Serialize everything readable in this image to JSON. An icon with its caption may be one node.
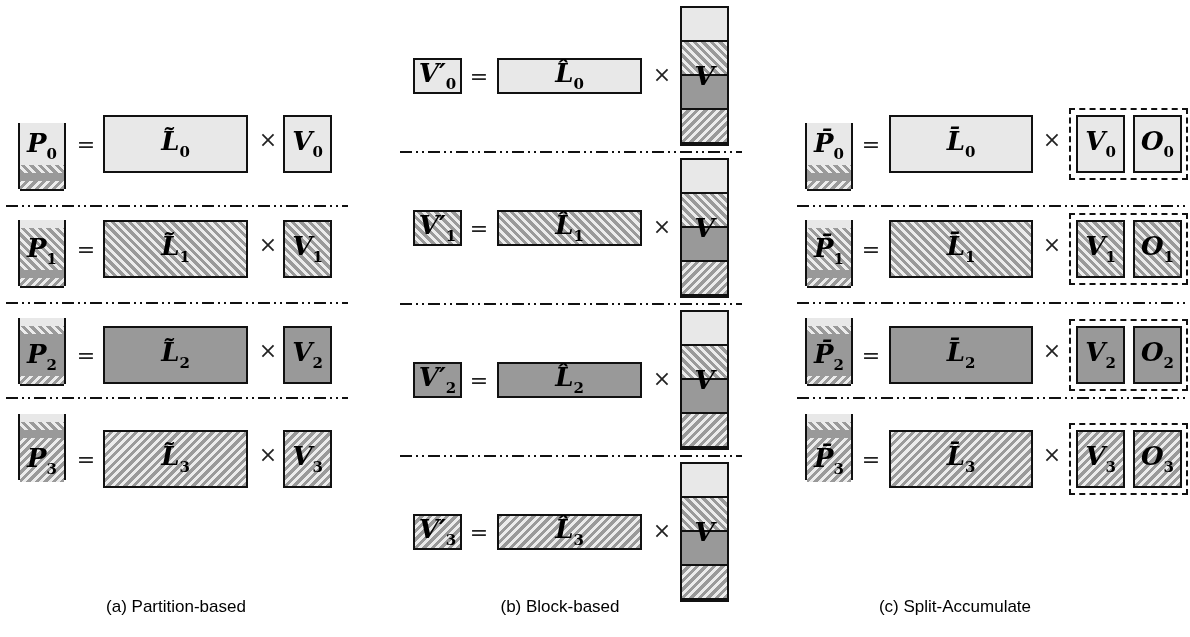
{
  "diagram": {
    "nodes": [
      {
        "text": [
          "P$_{0}$"
        ]
      },
      {
        "text": [
          "L̃$_{0}$"
        ]
      },
      {
        "text": [
          "V$_{0}$"
        ]
      },
      {
        "text": [
          "P$_{1}$"
        ]
      },
      {
        "text": [
          "L̃$_{1}$"
        ]
      },
      {
        "text": [
          "V$_{1}$"
        ]
      },
      {
        "text": [
          "P$_{2}$"
        ]
      },
      {
        "text": [
          "L̃$_{2}$"
        ]
      },
      {
        "text": [
          "V$_{2}$"
        ]
      },
      {
        "text": [
          "P$_{3}$"
        ]
      },
      {
        "text": [
          "L̃$_{3}$"
        ]
      },
      {
        "text": [
          "V$_{3}$"
        ]
      },
      {
        "text": [
          "V′$_{0}$"
        ]
      },
      {
        "text": [
          "L̂$_{0}$"
        ]
      },
      {
        "text": [
          "V"
        ]
      },
      {
        "text": [
          "V′$_{1}$"
        ]
      },
      {
        "text": [
          "L̂$_{1}$"
        ]
      },
      {
        "text": [
          "V"
        ]
      },
      {
        "text": [
          "V′$_{2}$"
        ]
      },
      {
        "text": [
          "L̂$_{2}$"
        ]
      },
      {
        "text": [
          "V"
        ]
      },
      {
        "text": [
          "V′$_{3}$"
        ]
      },
      {
        "text": [
          "L̂$_{3}$"
        ]
      },
      {
        "text": [
          "V"
        ]
      },
      {
        "text": [
          "P̄$_{0}$"
        ]
      },
      {
        "text": [
          "L̄$_{0}$"
        ]
      },
      {
        "text": [],
        "shape": "box"
      },
      {
        "text": [
          "V$_{0}$"
        ],
        "in": 26
      },
      {
        "text": [
          "O$_{0}$"
        ],
        "in": 26
      },
      {
        "text": [
          "P̄$_{1}$"
        ]
      },
      {
        "text": [
          "L̄$_{1}$"
        ]
      },
      {
        "text": [],
        "shape": "box"
      },
      {
        "text": [
          "V$_{1}$"
        ],
        "in": 31
      },
      {
        "text": [
          "O$_{1}$"
        ],
        "in": 31
      },
      {
        "text": [
          "P̄$_{2}$"
        ]
      },
      {
        "text": [
          "L̄$_{2}$"
        ]
      },
      {
        "text": [],
        "shape": "box"
      },
      {
        "text": [
          "V$_{2}$"
        ],
        "in": 36
      },
      {
        "text": [
          "O$_{2}$"
        ],
        "in": 36
      },
      {
        "text": [
          "P̄$_{3}$"
        ]
      },
      {
        "text": [
          "L̄$_{3}$"
        ]
      },
      {
        "text": [],
        "shape": "box"
      },
      {
        "text": [
          "V$_{3}$"
        ],
        "in": 41
      },
      {
        "text": [
          "O$_{3}$"
        ],
        "in": 41
      }
    ],
    "edges": [],
    "labels": [
      "=",
      "×",
      "=",
      "×",
      "=",
      "×",
      "=",
      "×",
      "=",
      "×",
      "=",
      "×",
      "=",
      "×",
      "=",
      "×",
      "=",
      "×",
      "=",
      "×",
      "=",
      "×",
      "=",
      "×",
      "(a) Partition-based",
      "(b) Block-based",
      "(c) Split-Accumulate"
    ]
  }
}
